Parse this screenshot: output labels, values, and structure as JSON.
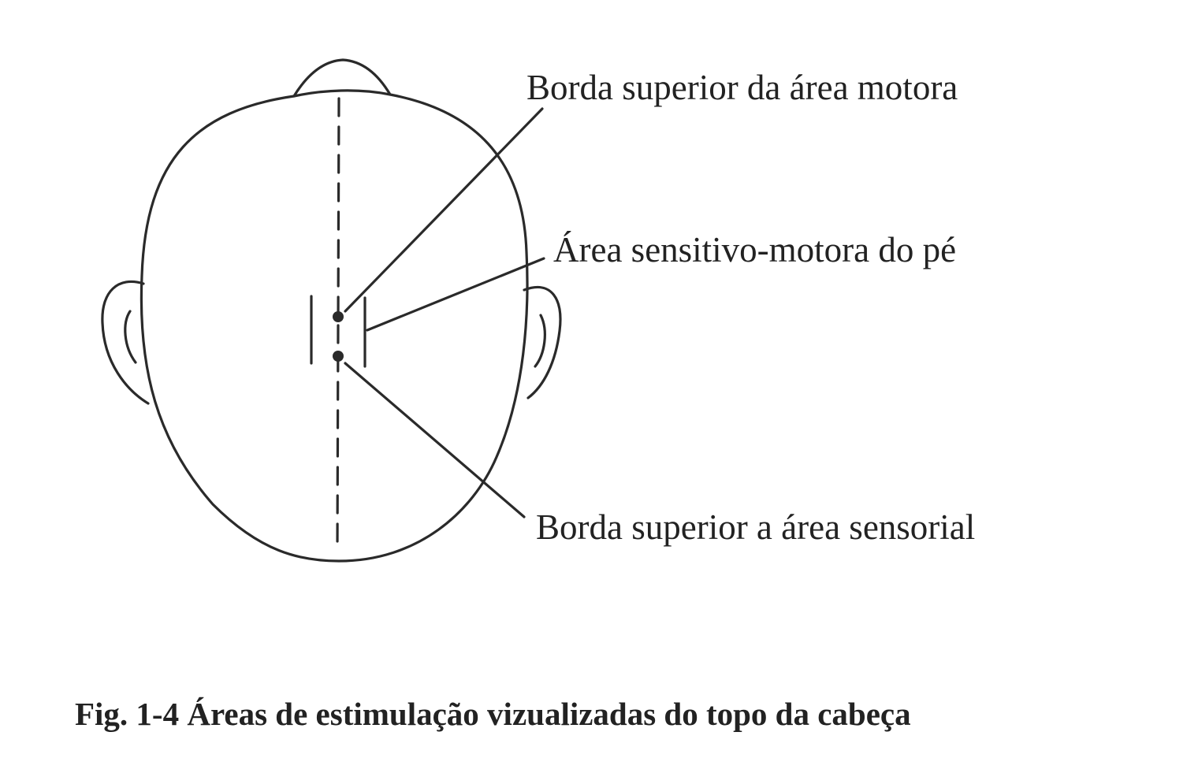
{
  "labels": {
    "motor_border": "Borda superior da área motora",
    "foot_area": "Área sensitivo-motora do pé",
    "sensory_border": "Borda superior a área sensorial"
  },
  "caption": "Fig. 1-4 Áreas de estimulação vizualizadas do topo da cabeça",
  "colors": {
    "ink": "#222222",
    "background": "#ffffff"
  }
}
